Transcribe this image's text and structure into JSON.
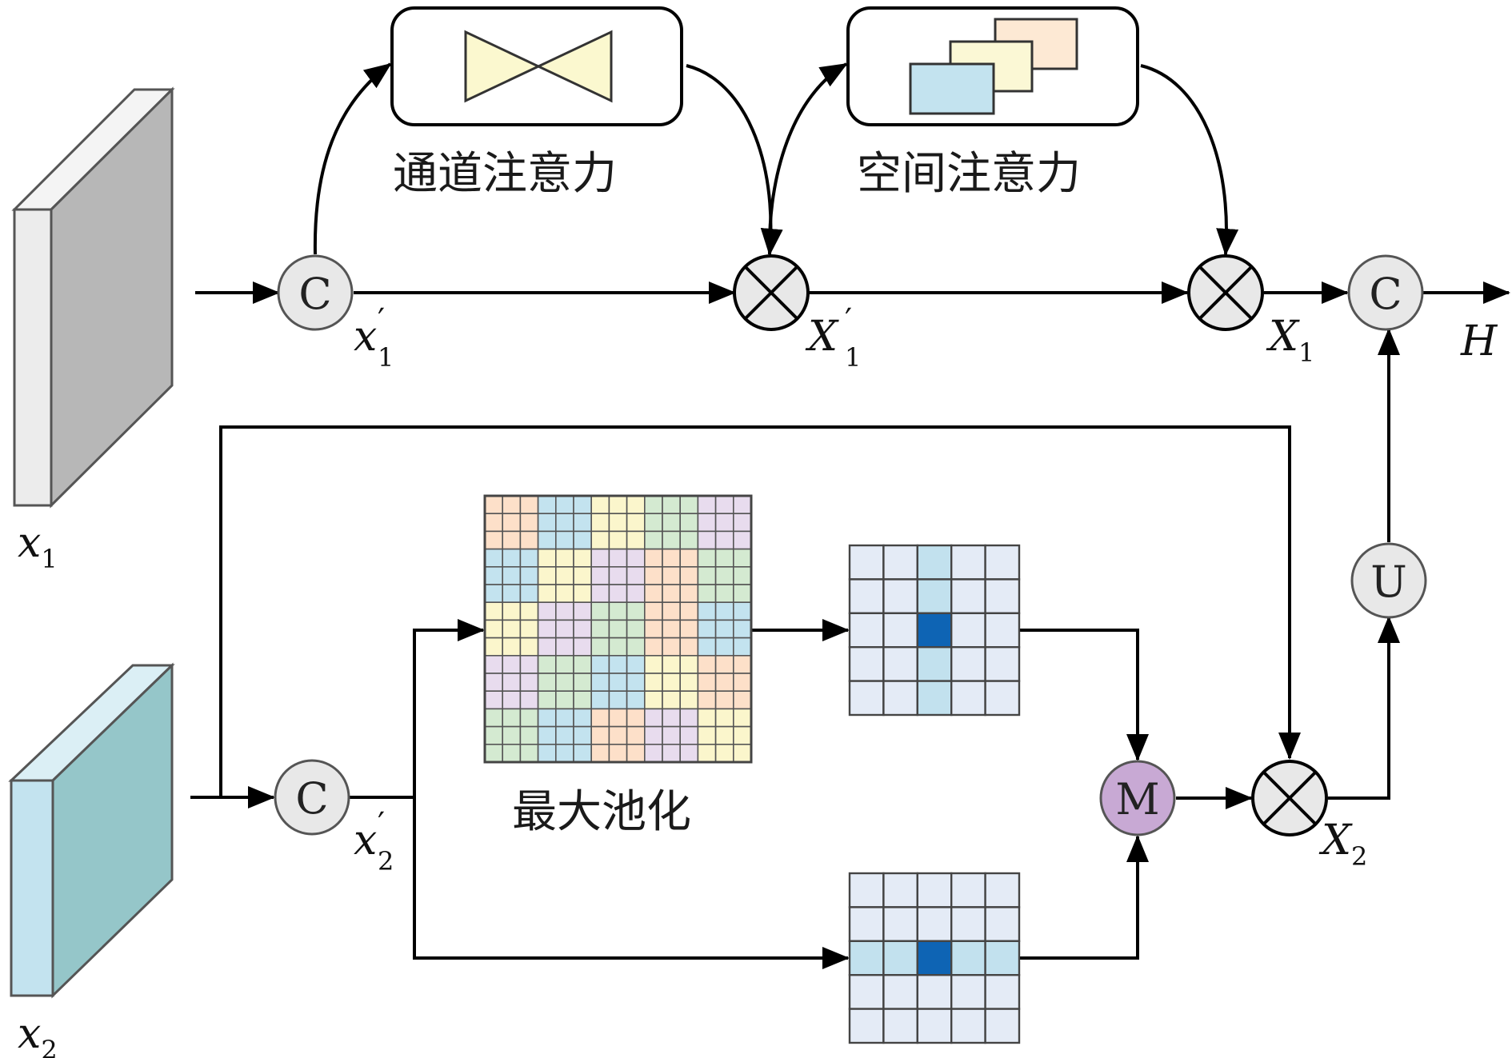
{
  "colors": {
    "x1_front": "#ececec",
    "x1_side": "#b7b7b7",
    "x2_front": "#c3e3ef",
    "x2_side": "#95c6c9",
    "op_fill": "#e8e8e8",
    "merge_fill": "#c8a9d4",
    "pool_cell_dark": "#0e64b4",
    "pool_cell_light": "#c2e1ee",
    "pool_cell_base": "#e4ebf6",
    "channel_triangle": "#fbf8cf",
    "spatial_front": "#c3e3ef",
    "spatial_mid": "#fbf8d5",
    "spatial_back": "#fde9d4",
    "grid_palette": [
      "#fde0c9",
      "#c3e3ef",
      "#fbf6cc",
      "#e8dcee",
      "#d4ead1"
    ]
  },
  "icons": {
    "channel": "bowtie-icon",
    "spatial": "stacked-layers-icon",
    "concat": "circle-c",
    "multiply": "circle-times",
    "merge": "circle-m",
    "upsample": "circle-u"
  },
  "labels": {
    "channel_attention": "通道注意力",
    "spatial_attention": "空间注意力",
    "max_pooling": "最大池化"
  },
  "operators": {
    "concat": "C",
    "merge": "M",
    "upsample": "U"
  },
  "variables": {
    "x1": {
      "base": "x",
      "sub": "1",
      "prime": ""
    },
    "x2": {
      "base": "x",
      "sub": "2",
      "prime": ""
    },
    "x1p": {
      "base": "x",
      "sub": "1",
      "prime": "′"
    },
    "x2p": {
      "base": "x",
      "sub": "2",
      "prime": "′"
    },
    "X1p": {
      "base": "X",
      "sub": "1",
      "prime": "′"
    },
    "X1": {
      "base": "X",
      "sub": "1",
      "prime": ""
    },
    "X2": {
      "base": "X",
      "sub": "2",
      "prime": ""
    },
    "H": {
      "base": "H",
      "sub": "",
      "prime": ""
    }
  }
}
